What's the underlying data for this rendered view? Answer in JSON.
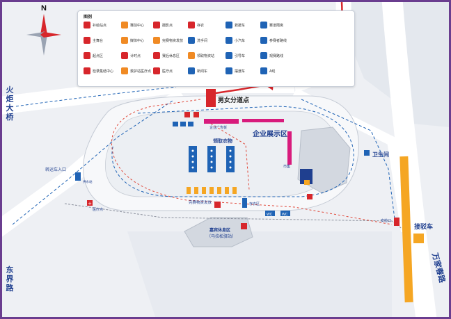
{
  "map": {
    "north_marker": "N",
    "labels": {
      "huoju_bridge": [
        "火",
        "炬",
        "大",
        "桥"
      ],
      "dongjie_road": [
        "东",
        "界",
        "路"
      ],
      "wanjiachun_road": "万家春路",
      "gender_split": "男女分道点",
      "enterprise_zone": "企业展示区",
      "clothing_pickup": "领取衣物",
      "restroom": "卫生间",
      "shuttle": "接驳车",
      "shuttle_entrance": "转运车入口",
      "vip_lounge_line1": "嘉宾休息区",
      "vip_lounge_line2": "（马拉松驿站）",
      "race_pack": "完赛物资发放",
      "medical_left": "医疗点",
      "sponsor_ad": "企业广告板",
      "supermarket": "市集",
      "water_station": "供水站",
      "exit_gate": "安检口",
      "store_bag": "存衣区",
      "wc1": "WC",
      "wc2": "WC"
    }
  },
  "legend": {
    "title": "图例",
    "items": [
      {
        "text": "补给站点",
        "color": "#d7262b"
      },
      {
        "text": "主舞台",
        "color": "#d7262b"
      },
      {
        "text": "起点区",
        "color": "#d7262b"
      },
      {
        "text": "检录集结中心",
        "color": "#d7262b"
      },
      {
        "text": "赛前中心",
        "color": "#f08a24"
      },
      {
        "text": "媒体中心",
        "color": "#f08a24"
      },
      {
        "text": "计时点",
        "color": "#d7262b"
      },
      {
        "text": "救护站医疗点",
        "color": "#f08a24"
      },
      {
        "text": "摄影点",
        "color": "#d7262b"
      },
      {
        "text": "完赛物资发放",
        "color": "#f08a24"
      },
      {
        "text": "赛后休息区",
        "color": "#d7262b"
      },
      {
        "text": "医疗点",
        "color": "#d7262b"
      },
      {
        "text": "存衣",
        "color": "#d7262b"
      },
      {
        "text": "洗手间",
        "color": "#1f63b5"
      },
      {
        "text": "领取物资站",
        "color": "#f08a24"
      },
      {
        "text": "新闻车",
        "color": "#1f63b5"
      },
      {
        "text": "救援车",
        "color": "#1f63b5"
      },
      {
        "text": "小汽车",
        "color": "#1f63b5"
      },
      {
        "text": "引导车",
        "color": "#1f63b5"
      },
      {
        "text": "摆渡车",
        "color": "#1f63b5"
      },
      {
        "text": "赛道隔离",
        "color": "#1f63b5"
      },
      {
        "text": "参赛者路线",
        "color": "#1f63b5"
      },
      {
        "text": "观赛路线",
        "color": "#1f63b5"
      },
      {
        "text": "A线",
        "color": "#1f63b5"
      }
    ]
  }
}
